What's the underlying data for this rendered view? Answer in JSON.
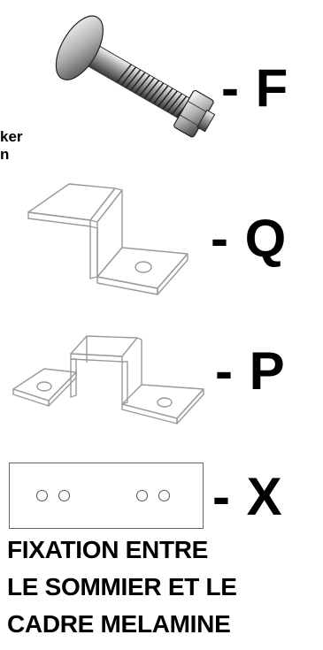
{
  "items": [
    {
      "icon": "carriage-bolt-icon",
      "label": "- F"
    },
    {
      "icon": "z-bracket-icon",
      "label": "- Q"
    },
    {
      "icon": "u-bracket-icon",
      "label": "- P"
    },
    {
      "icon": "flat-plate-icon",
      "label": "- X"
    }
  ],
  "partial_text": {
    "line1": "ker",
    "line2": "n"
  },
  "caption": {
    "line1": "FIXATION ENTRE",
    "line2": "LE SOMMIER ET LE",
    "line3": "CADRE MELAMINE"
  }
}
